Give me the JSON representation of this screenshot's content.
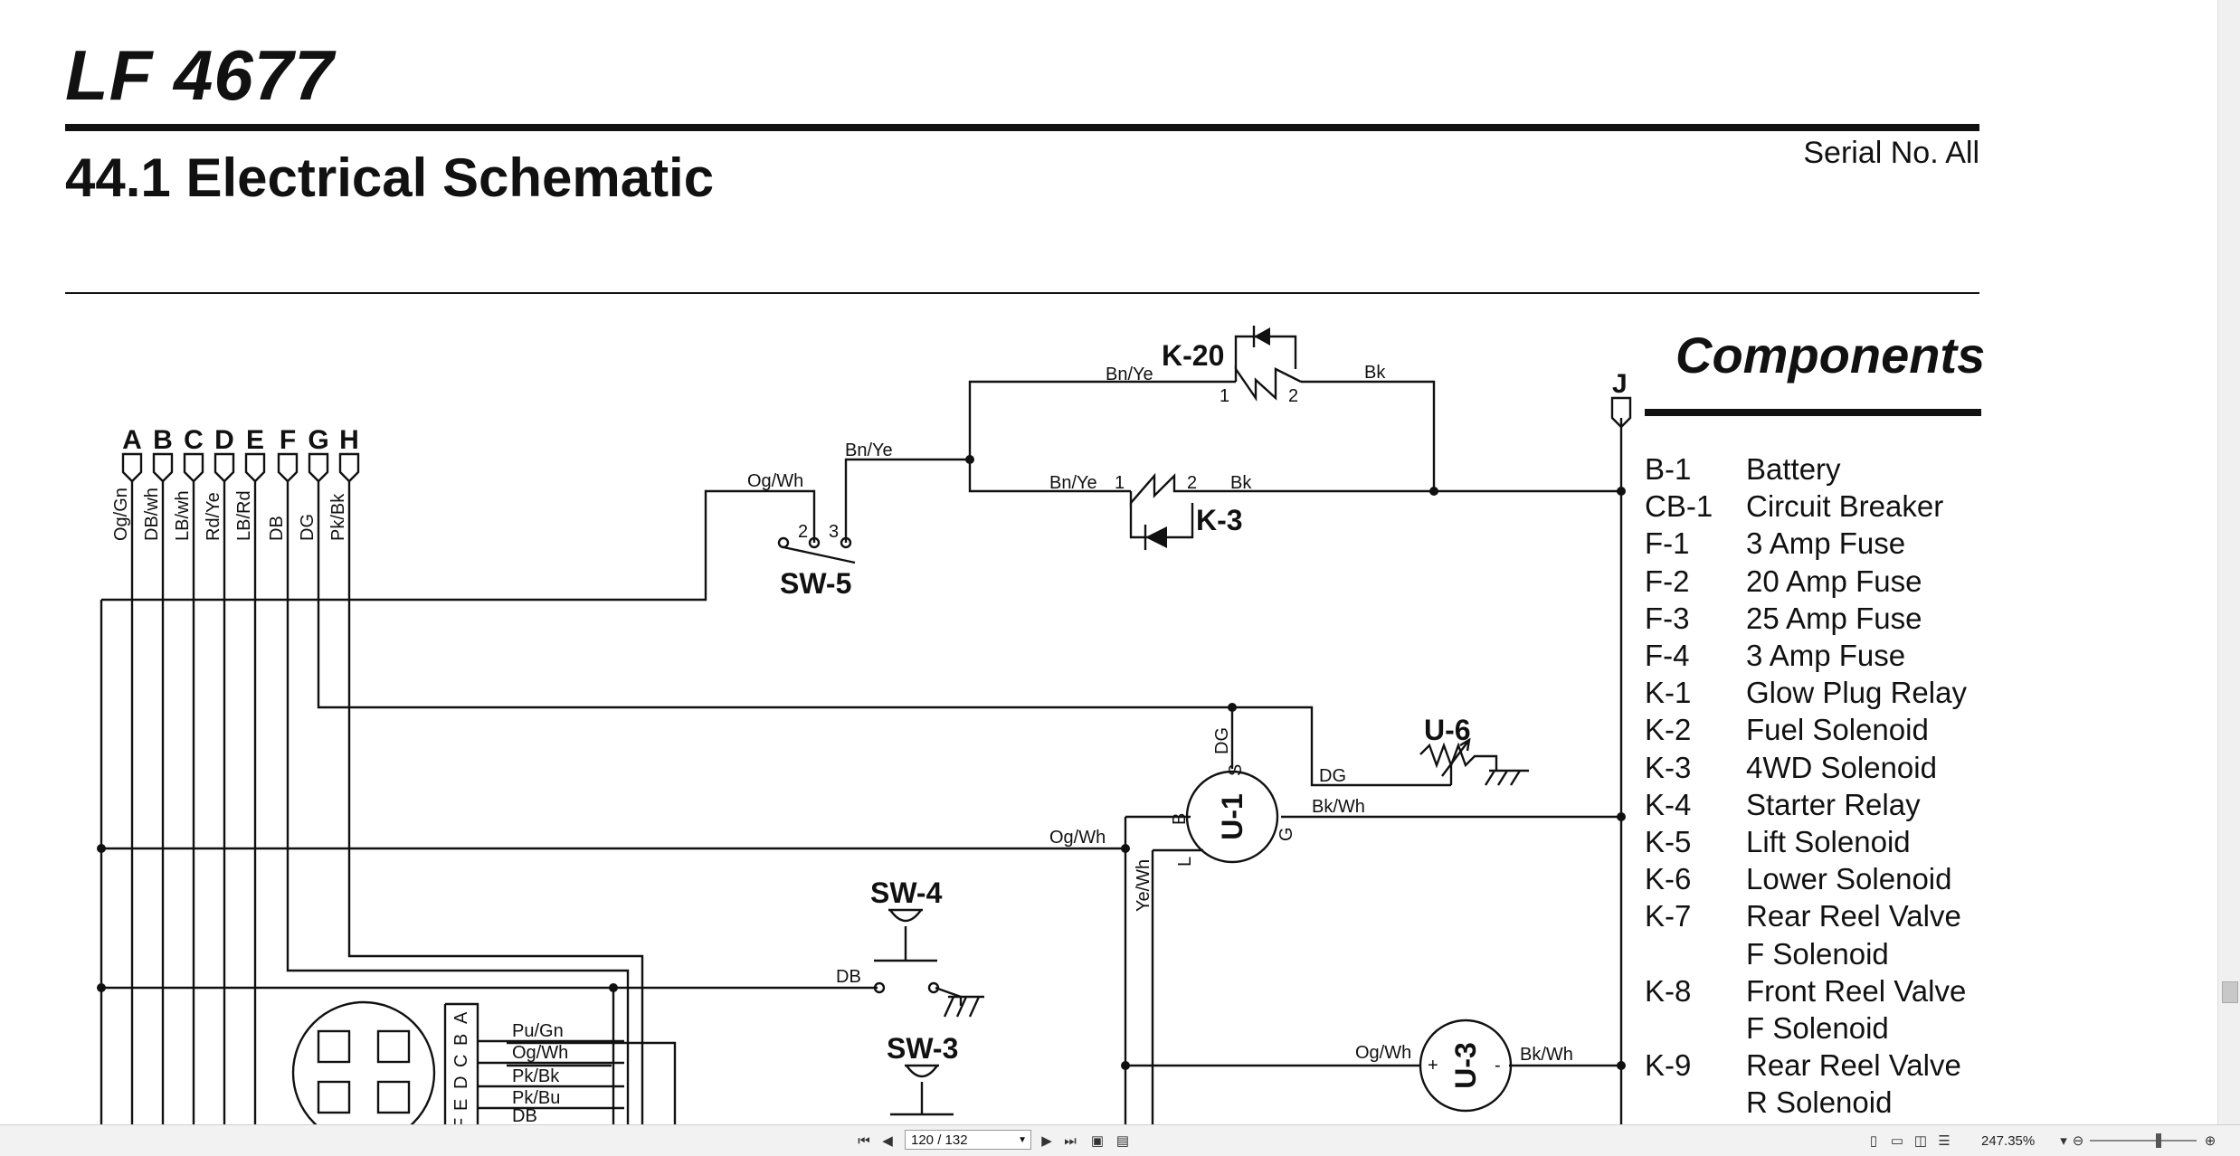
{
  "document": {
    "model": "LF 4677",
    "section_title": "44.1 Electrical Schematic",
    "serial": "Serial No. All"
  },
  "components": {
    "title": "Components",
    "items": [
      {
        "code": "B-1",
        "name": "Battery"
      },
      {
        "code": "CB-1",
        "name": "Circuit Breaker"
      },
      {
        "code": "F-1",
        "name": "3 Amp Fuse"
      },
      {
        "code": "F-2",
        "name": "20 Amp Fuse"
      },
      {
        "code": "F-3",
        "name": "25 Amp Fuse"
      },
      {
        "code": "F-4",
        "name": "3 Amp Fuse"
      },
      {
        "code": "K-1",
        "name": "Glow Plug Relay"
      },
      {
        "code": "K-2",
        "name": "Fuel Solenoid"
      },
      {
        "code": "K-3",
        "name": "4WD Solenoid"
      },
      {
        "code": "K-4",
        "name": "Starter Relay"
      },
      {
        "code": "K-5",
        "name": "Lift Solenoid"
      },
      {
        "code": "K-6",
        "name": "Lower Solenoid"
      },
      {
        "code": "K-7",
        "name": "Rear Reel Valve"
      },
      {
        "code": "",
        "name": "F Solenoid"
      },
      {
        "code": "K-8",
        "name": "Front Reel Valve"
      },
      {
        "code": "",
        "name": "F Solenoid"
      },
      {
        "code": "K-9",
        "name": "Rear Reel Valve"
      },
      {
        "code": "",
        "name": "R Solenoid"
      }
    ]
  },
  "schematic": {
    "connector_letters": [
      "A",
      "B",
      "C",
      "D",
      "E",
      "F",
      "G",
      "H"
    ],
    "connector_wires": [
      "Og/Gn",
      "DB/wh",
      "LB/wh",
      "Rd/Ye",
      "LB/Rd",
      "DB",
      "DG",
      "Pk/Bk"
    ],
    "connector_j": "J",
    "labels": {
      "k20": "K-20",
      "k3": "K-3",
      "sw5": "SW-5",
      "sw4": "SW-4",
      "sw3": "SW-3",
      "u6": "U-6",
      "u1": "U-1",
      "u3": "U-3",
      "bnye_top": "Bn/Ye",
      "bk_top": "Bk",
      "bnye_mid": "Bn/Ye",
      "bnye_k3": "Bn/Ye",
      "bk_k3": "Bk",
      "ogwh_sw5": "Og/Wh",
      "dg_u1": "DG",
      "dg_u6": "DG",
      "bkwh_u1": "Bk/Wh",
      "ogwh_u1": "Og/Wh",
      "yewh": "Ye/Wh",
      "db_sw4": "DB",
      "ogwh_u3": "Og/Wh",
      "bkwh_u3": "Bk/Wh",
      "pin1": "1",
      "pin2": "2",
      "pin3": "3",
      "u1_b": "B",
      "u1_s": "S",
      "u1_g": "G",
      "u1_l": "L",
      "u3_plus": "+",
      "u3_minus": "-"
    },
    "plug_letters": [
      "A",
      "B",
      "C",
      "D",
      "E",
      "F"
    ],
    "plug_wires": [
      "Pu/Gn",
      "Og/Wh",
      "Pk/Bk",
      "Pk/Bu",
      "DB"
    ]
  },
  "toolbar": {
    "page_indicator": "120 / 132",
    "zoom": "247.35%",
    "icons": [
      "first-page-icon",
      "prev-page-icon",
      "next-page-icon",
      "last-page-icon",
      "fit-page-icon",
      "fit-width-icon"
    ]
  }
}
